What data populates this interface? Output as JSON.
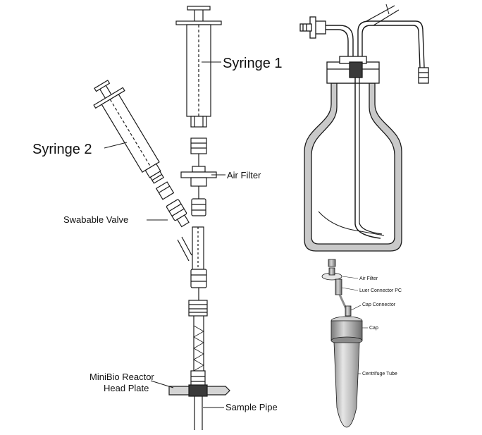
{
  "labels": {
    "syringe1": "Syringe 1",
    "syringe2": "Syringe 2",
    "air_filter": "Air Filter",
    "swabable_valve": "Swabable Valve",
    "minibio_line1": "MiniBio Reactor",
    "minibio_line2": "Head Plate",
    "sample_pipe": "Sample Pipe"
  },
  "tube_labels": {
    "air_filter": "Air Filter",
    "luer_connector": "Luer Connector PC",
    "cap_connector": "Cap Connector",
    "cap": "Cap",
    "centrifuge_tube": "Centrifuge Tube"
  },
  "colors": {
    "line": "#1a1a1a",
    "bottle_fill": "#c9c9c9",
    "tube_shade": "#b5b5b5",
    "background": "#ffffff"
  }
}
